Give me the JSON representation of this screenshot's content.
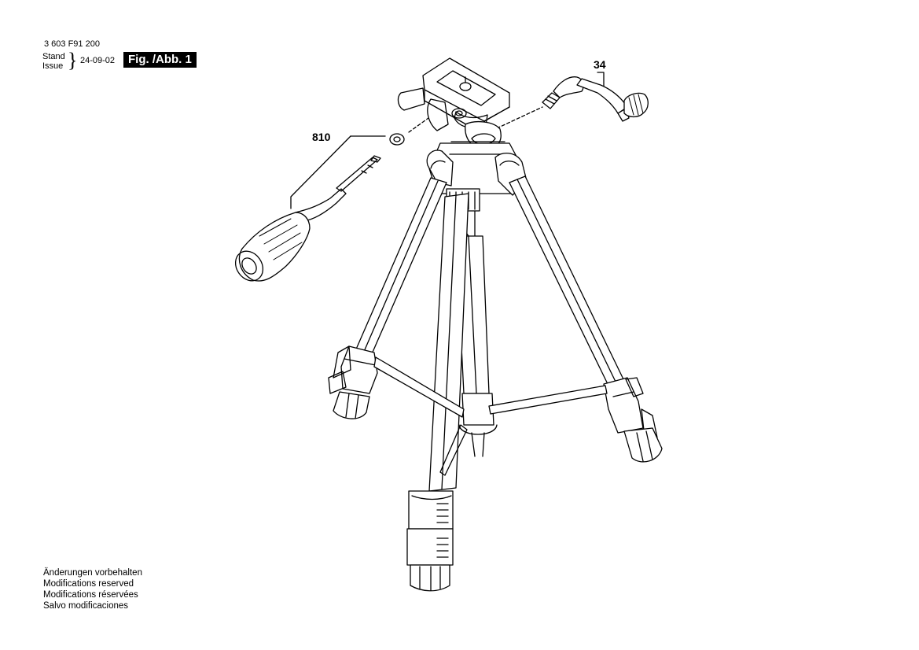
{
  "header": {
    "part_number": "3 603 F91 200",
    "stand_label": "Stand",
    "issue_label": "Issue",
    "date": "24-09-02",
    "figure_label": "Fig. /Abb. 1"
  },
  "callouts": {
    "c810": "810",
    "c34": "34"
  },
  "notes": [
    "Änderungen vorbehalten",
    "Modifications reserved",
    "Modifications réservées",
    "Salvo modificaciones"
  ]
}
